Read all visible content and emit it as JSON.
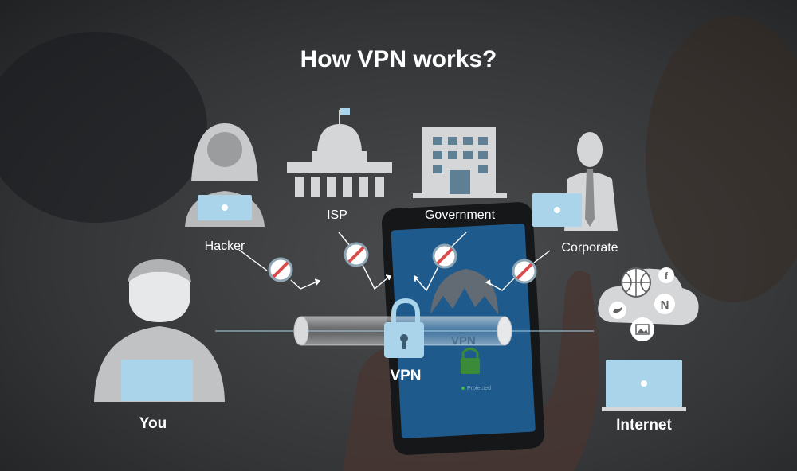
{
  "title": "How VPN works?",
  "nodes": {
    "hacker": "Hacker",
    "isp": "ISP",
    "government": "Government",
    "corporate": "Corporate",
    "you": "You",
    "vpn": "VPN",
    "internet": "Internet"
  },
  "phone": {
    "vpn_label": "VPN",
    "status": "Protected"
  },
  "icons": {
    "cloud_services": [
      "globe-icon",
      "facebook-icon",
      "twitter-icon",
      "netflix-icon",
      "image-icon"
    ]
  },
  "colors": {
    "accent_blue": "#a9d4ea",
    "figure_gray": "#d4d6d8",
    "block_red": "#d94a4a",
    "phone_screen": "#1f5a8c",
    "lock_green": "#3a8a3a"
  }
}
